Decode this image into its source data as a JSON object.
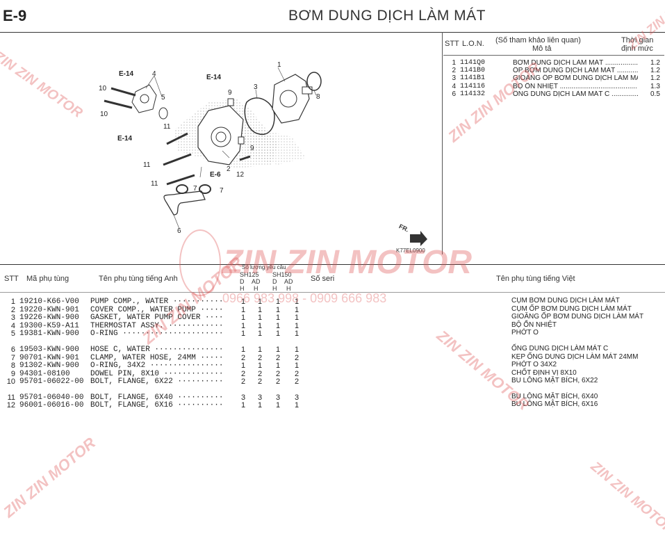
{
  "header": {
    "page_code": "E-9",
    "title": "BƠM DUNG DỊCH LÀM MÁT"
  },
  "lon_table": {
    "headers": {
      "stt": "STT",
      "lon": "L.O.N.",
      "ref": "(Số tham khảo liên quan)",
      "desc": "Mô tả",
      "time_line1": "Thời gian",
      "time_line2": "định mức"
    },
    "rows": [
      {
        "stt": "1",
        "code": "1141Q0",
        "desc": "BƠM DUNG DỊCH LÀM MÁT",
        "time": "1.2"
      },
      {
        "stt": "2",
        "code": "1141B0",
        "desc": "ỐP BƠM DUNG DỊCH LÀM MÁT",
        "time": "1.2"
      },
      {
        "stt": "3",
        "code": "1141B1",
        "desc": "GIOĂNG ỐP BƠM DUNG DỊCH LÀM MÁT",
        "time": "1.2"
      },
      {
        "stt": "4",
        "code": "114116",
        "desc": "BỘ ỔN NHIỆT",
        "time": "1.3"
      },
      {
        "stt": "6",
        "code": "114132",
        "desc": "ỐNG DUNG DỊCH LÀM MÁT C",
        "time": "0.5"
      }
    ]
  },
  "diagram": {
    "code": "K77EL0900",
    "fr_label": "FR.",
    "refs": [
      "E-14",
      "E-14",
      "E-14",
      "E-6"
    ],
    "callouts": [
      "1",
      "2",
      "3",
      "4",
      "5",
      "6",
      "7",
      "7",
      "8",
      "9",
      "9",
      "10",
      "10",
      "11",
      "11",
      "11",
      "12"
    ]
  },
  "parts_table": {
    "headers": {
      "stt": "STT",
      "part_no": "Mã phụ tùng",
      "name_en": "Tên phụ tùng tiếng Anh",
      "qty": "Số lượng yêu cầu",
      "sh125": "SH125",
      "sh150": "SH150",
      "d": "D",
      "ad": "AD",
      "h": "H",
      "serial": "Số seri",
      "name_vn": "Tên phụ tùng tiếng Việt"
    },
    "rows": [
      {
        "stt": "1",
        "pn": "19210-K66-V00",
        "en": "PUMP COMP., WATER",
        "q": [
          "1",
          "1",
          "1",
          "1"
        ],
        "vn": "CỤM BƠM DUNG DỊCH LÀM MÁT"
      },
      {
        "stt": "2",
        "pn": "19220-KWN-901",
        "en": "COVER COMP., WATER PUMP",
        "q": [
          "1",
          "1",
          "1",
          "1"
        ],
        "vn": "CỤM ỐP BƠM DUNG DỊCH LÀM MÁT"
      },
      {
        "stt": "3",
        "pn": "19226-KWN-900",
        "en": "GASKET, WATER PUMP COVER",
        "q": [
          "1",
          "1",
          "1",
          "1"
        ],
        "vn": "GIOĂNG ỐP BƠM DUNG DỊCH LÀM MÁT"
      },
      {
        "stt": "4",
        "pn": "19300-K59-A11",
        "en": "THERMOSTAT ASSY.",
        "q": [
          "1",
          "1",
          "1",
          "1"
        ],
        "vn": "BỘ ỔN NHIỆT"
      },
      {
        "stt": "5",
        "pn": "19381-KWN-900",
        "en": "O-RING",
        "q": [
          "1",
          "1",
          "1",
          "1"
        ],
        "vn": "PHỚT O"
      },
      {
        "stt": "6",
        "pn": "19503-KWN-900",
        "en": "HOSE C, WATER",
        "q": [
          "1",
          "1",
          "1",
          "1"
        ],
        "vn": "ỐNG DUNG DỊCH LÀM MÁT C"
      },
      {
        "stt": "7",
        "pn": "90701-KWN-901",
        "en": "CLAMP, WATER HOSE, 24MM",
        "q": [
          "2",
          "2",
          "2",
          "2"
        ],
        "vn": "KẸP ỐNG DUNG DỊCH LÀM MÁT 24MM"
      },
      {
        "stt": "8",
        "pn": "91302-KWN-900",
        "en": "O-RING, 34X2",
        "q": [
          "1",
          "1",
          "1",
          "1"
        ],
        "vn": "PHỚT O 34X2"
      },
      {
        "stt": "9",
        "pn": "94301-08100",
        "en": "DOWEL PIN, 8X10",
        "q": [
          "2",
          "2",
          "2",
          "2"
        ],
        "vn": "CHỐT ĐỊNH VỊ 8X10"
      },
      {
        "stt": "10",
        "pn": "95701-06022-00",
        "en": "BOLT, FLANGE, 6X22",
        "q": [
          "2",
          "2",
          "2",
          "2"
        ],
        "vn": "BU LÔNG MẶT BÍCH, 6X22"
      },
      {
        "stt": "11",
        "pn": "95701-06040-00",
        "en": "BOLT, FLANGE, 6X40",
        "q": [
          "3",
          "3",
          "3",
          "3"
        ],
        "vn": "BU LÔNG MẶT BÍCH, 6X40"
      },
      {
        "stt": "12",
        "pn": "96001-06016-00",
        "en": "BOLT, FLANGE, 6X16",
        "q": [
          "1",
          "1",
          "1",
          "1"
        ],
        "vn": "BU LÔNG MẶT BÍCH, 6X16"
      }
    ]
  },
  "watermark": {
    "brand": "ZIN ZIN MOTOR",
    "phone": "0966 983 998 - 0909 666 983",
    "color": "#dc5050"
  }
}
